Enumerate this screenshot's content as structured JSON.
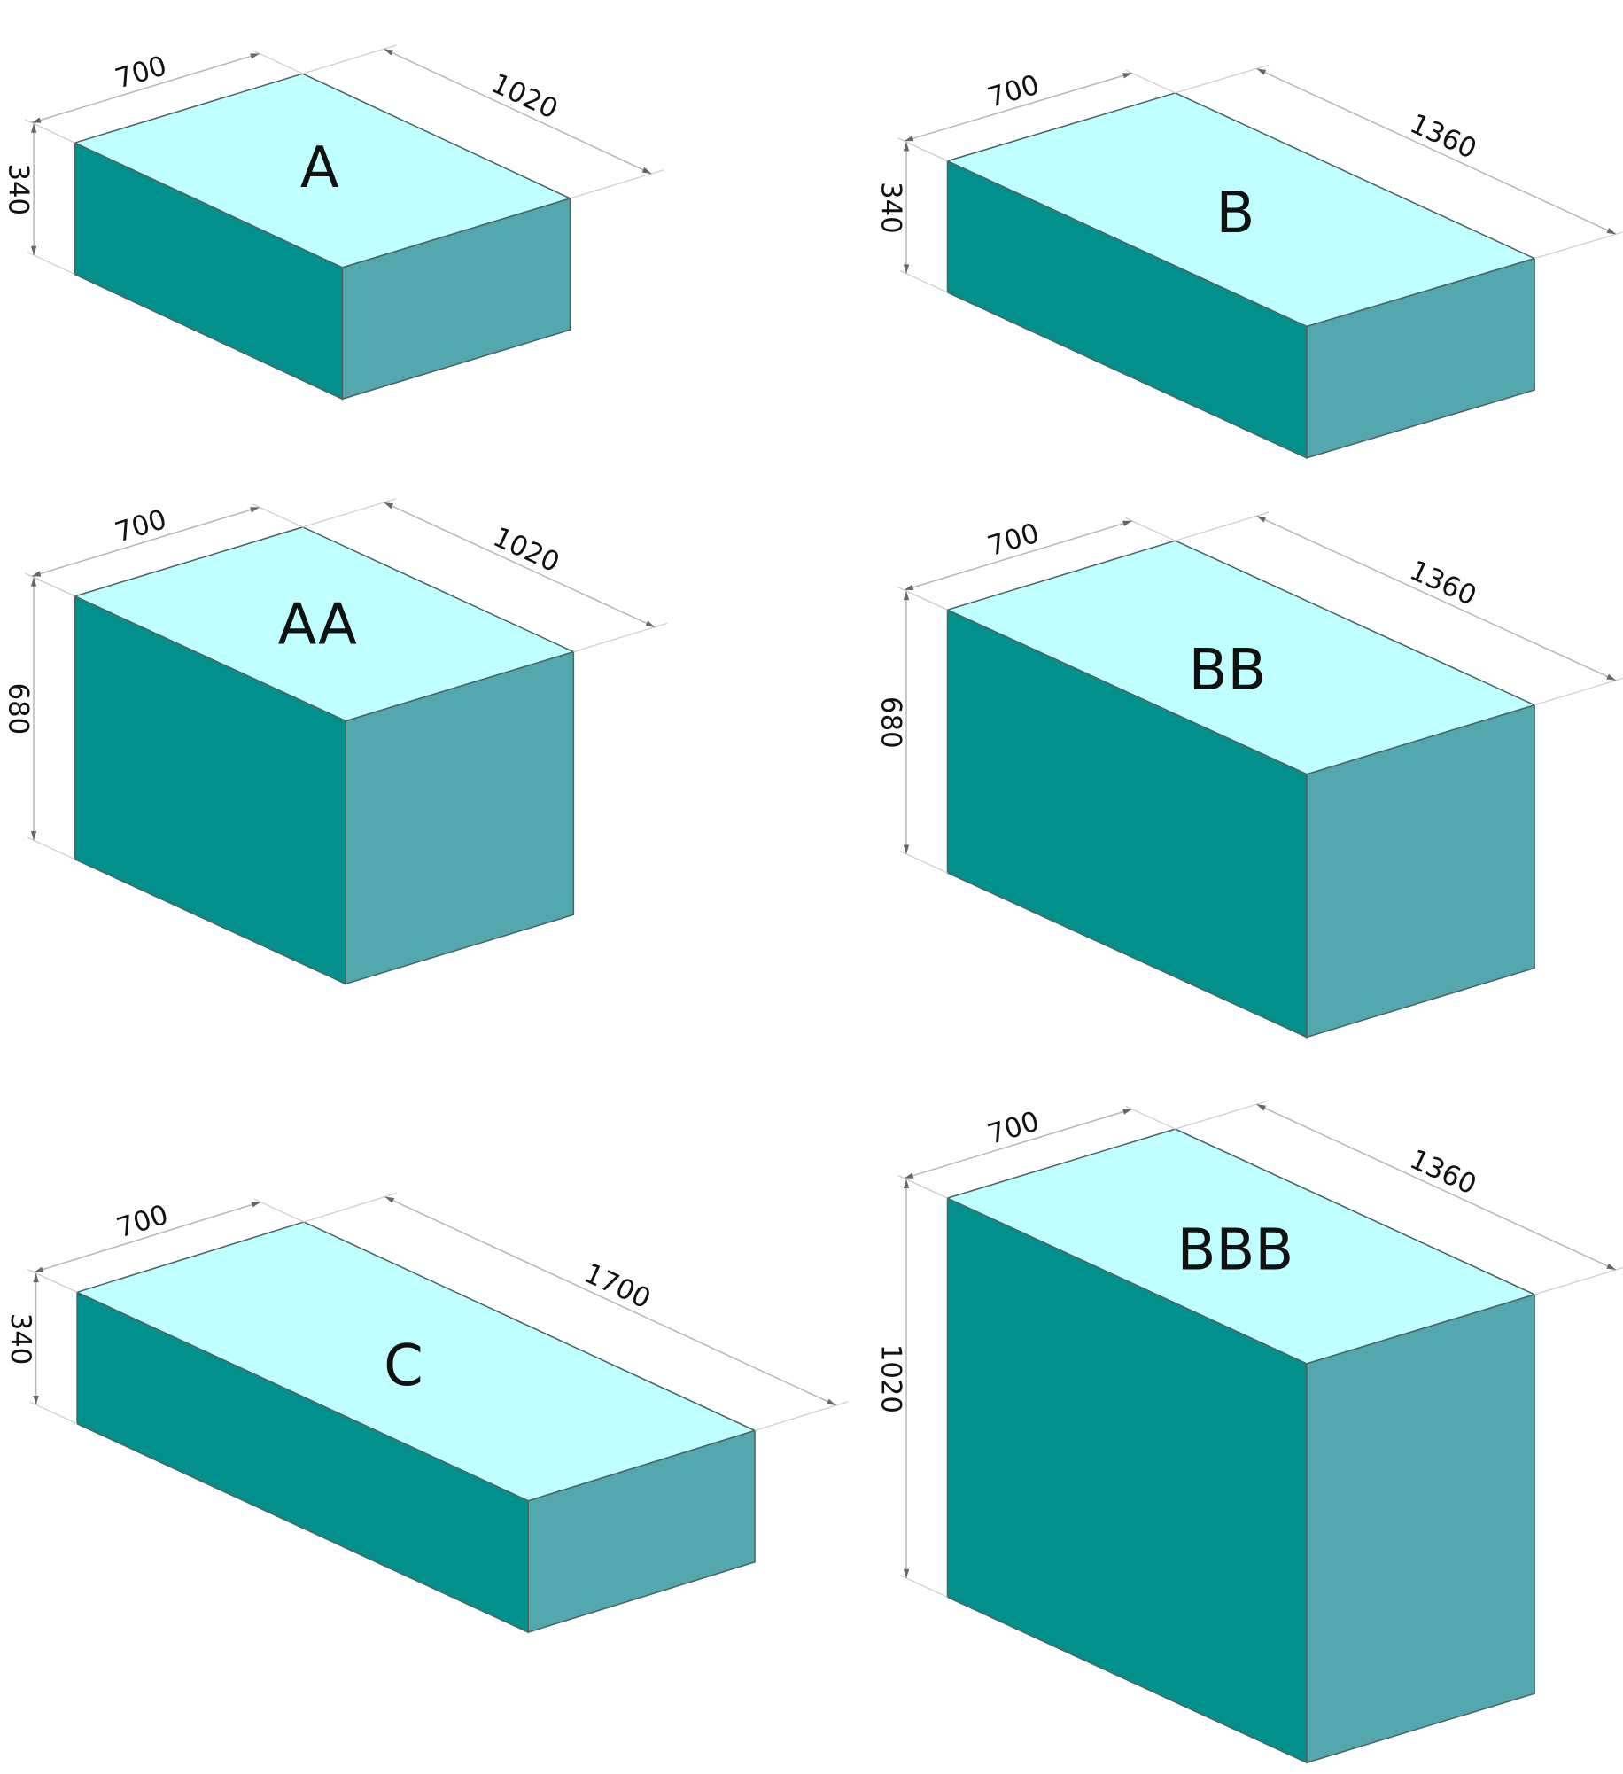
{
  "colors": {
    "top": "#bfffff",
    "front": "#02908d",
    "side": "#52a8ae"
  },
  "blocks": [
    {
      "label": "A",
      "width": "700",
      "depth": "1020",
      "height": "340"
    },
    {
      "label": "B",
      "width": "700",
      "depth": "1360",
      "height": "340"
    },
    {
      "label": "AA",
      "width": "700",
      "depth": "1020",
      "height": "680"
    },
    {
      "label": "BB",
      "width": "700",
      "depth": "1360",
      "height": "680"
    },
    {
      "label": "C",
      "width": "700",
      "depth": "1700",
      "height": "340"
    },
    {
      "label": "BBB",
      "width": "700",
      "depth": "1360",
      "height": "1020"
    }
  ]
}
